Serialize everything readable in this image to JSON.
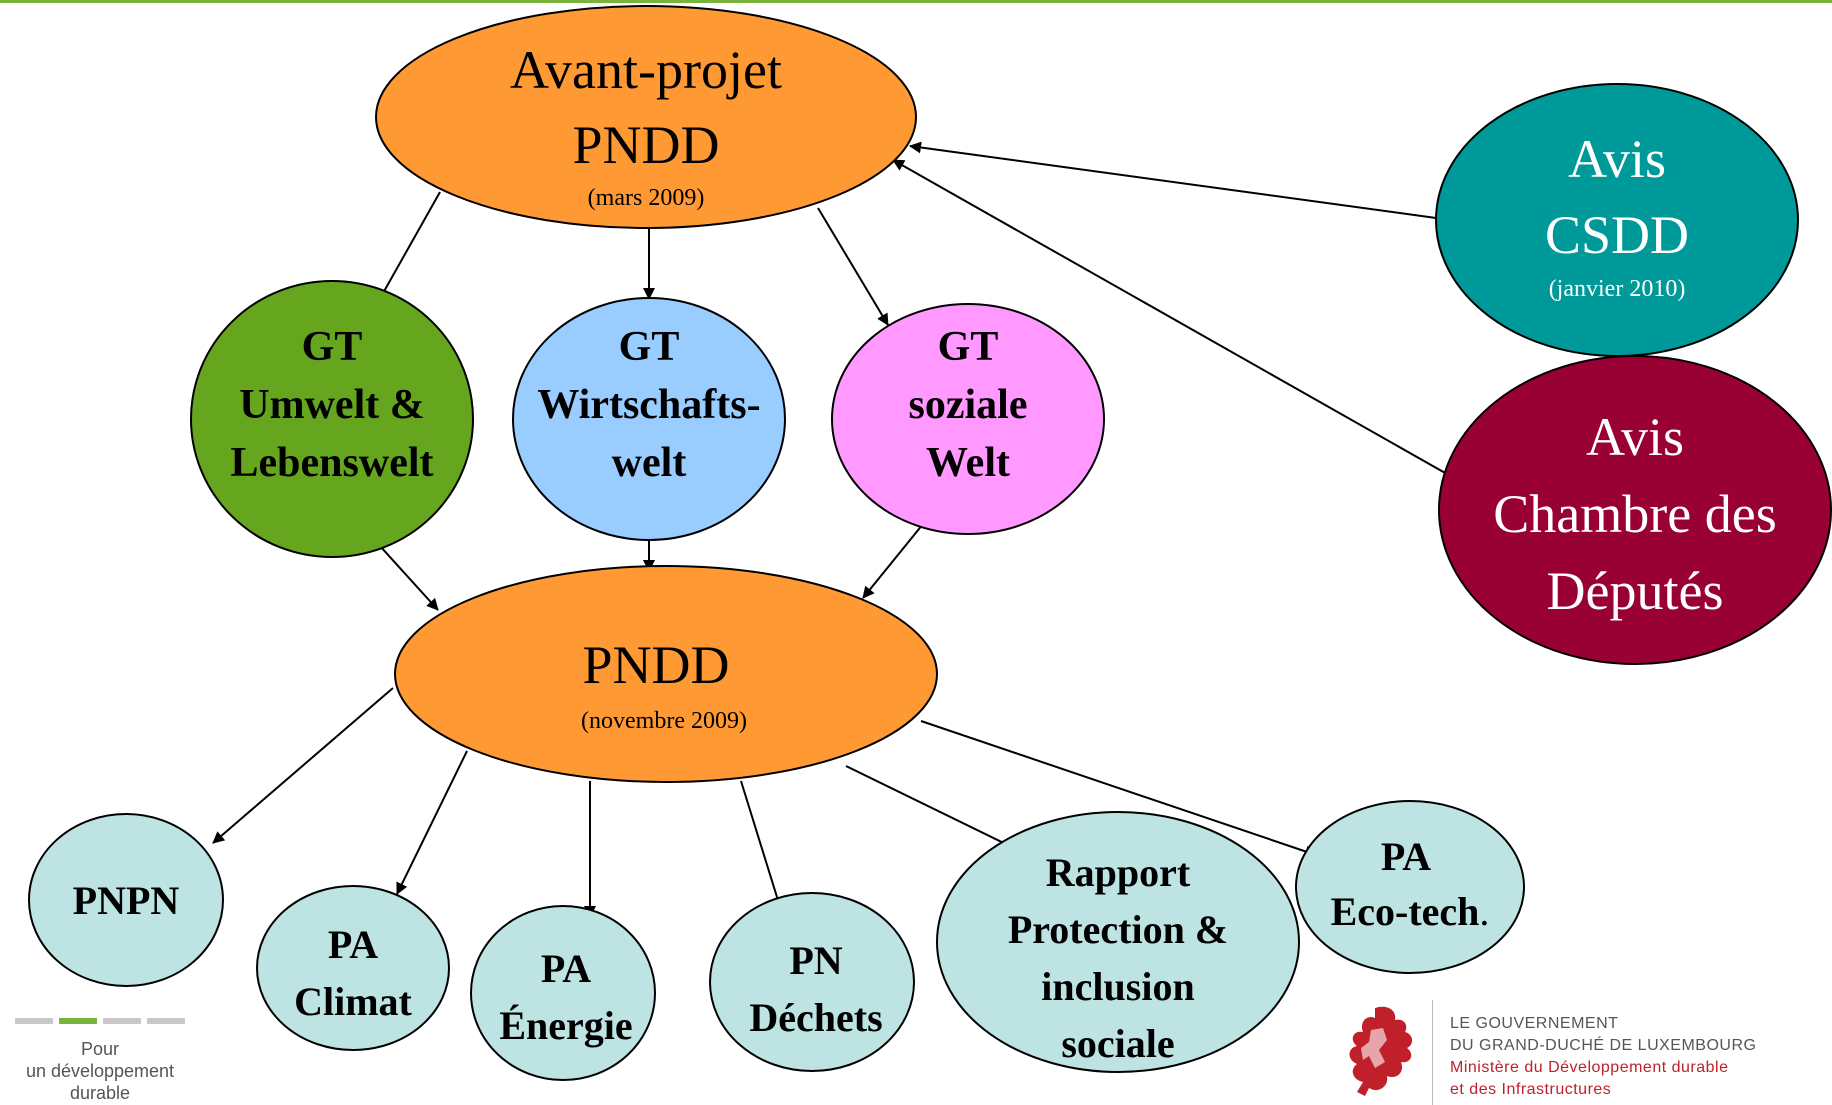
{
  "nodes": {
    "avant_projet": {
      "line1": "Avant-projet",
      "line2": "PNDD",
      "date": "(mars 2009)"
    },
    "avis_csdd": {
      "line1": "Avis",
      "line2": "CSDD",
      "date": "(janvier 2010)"
    },
    "avis_chambre": {
      "line1": "Avis",
      "line2": "Chambre des",
      "line3": "Députés"
    },
    "gt_umwelt": {
      "line1": "GT",
      "line2": "Umwelt &",
      "line3": "Lebenswelt"
    },
    "gt_wirtschaft": {
      "line1": "GT",
      "line2": "Wirtschafts-",
      "line3": "welt"
    },
    "gt_soziale": {
      "line1": "GT",
      "line2": "soziale",
      "line3": "Welt"
    },
    "pndd": {
      "line1": "PNDD",
      "date": "(novembre 2009)"
    },
    "pnpn": {
      "line1": "PNPN"
    },
    "pa_climat": {
      "line1": "PA",
      "line2": "Climat"
    },
    "pa_energie": {
      "line1": "PA",
      "line2": "Énergie"
    },
    "pn_dechets": {
      "line1": "PN",
      "line2": "Déchets"
    },
    "rapport": {
      "line1": "Rapport",
      "line2": "Protection &",
      "line3": "inclusion",
      "line4": "sociale"
    },
    "pa_ecotech": {
      "line1": "PA",
      "line2": "Eco-tech",
      "line2_suffix": "."
    }
  },
  "colors": {
    "orange": "#ff9933",
    "teal": "#009999",
    "maroon": "#990033",
    "green": "#66a61e",
    "light_blue": "#99ccff",
    "pink": "#ff99ff",
    "pale_cyan": "#bde3e3",
    "accent_green": "#7ab33c",
    "gov_red": "#c0202a"
  },
  "footer_left": {
    "line1": "Pour",
    "line2": "un développement",
    "line3": "durable"
  },
  "footer_gov": {
    "line1": "LE GOUVERNEMENT",
    "line2": "DU GRAND-DUCHÉ DE LUXEMBOURG",
    "line3": "Ministère du Développement durable",
    "line4": "et des Infrastructures"
  }
}
